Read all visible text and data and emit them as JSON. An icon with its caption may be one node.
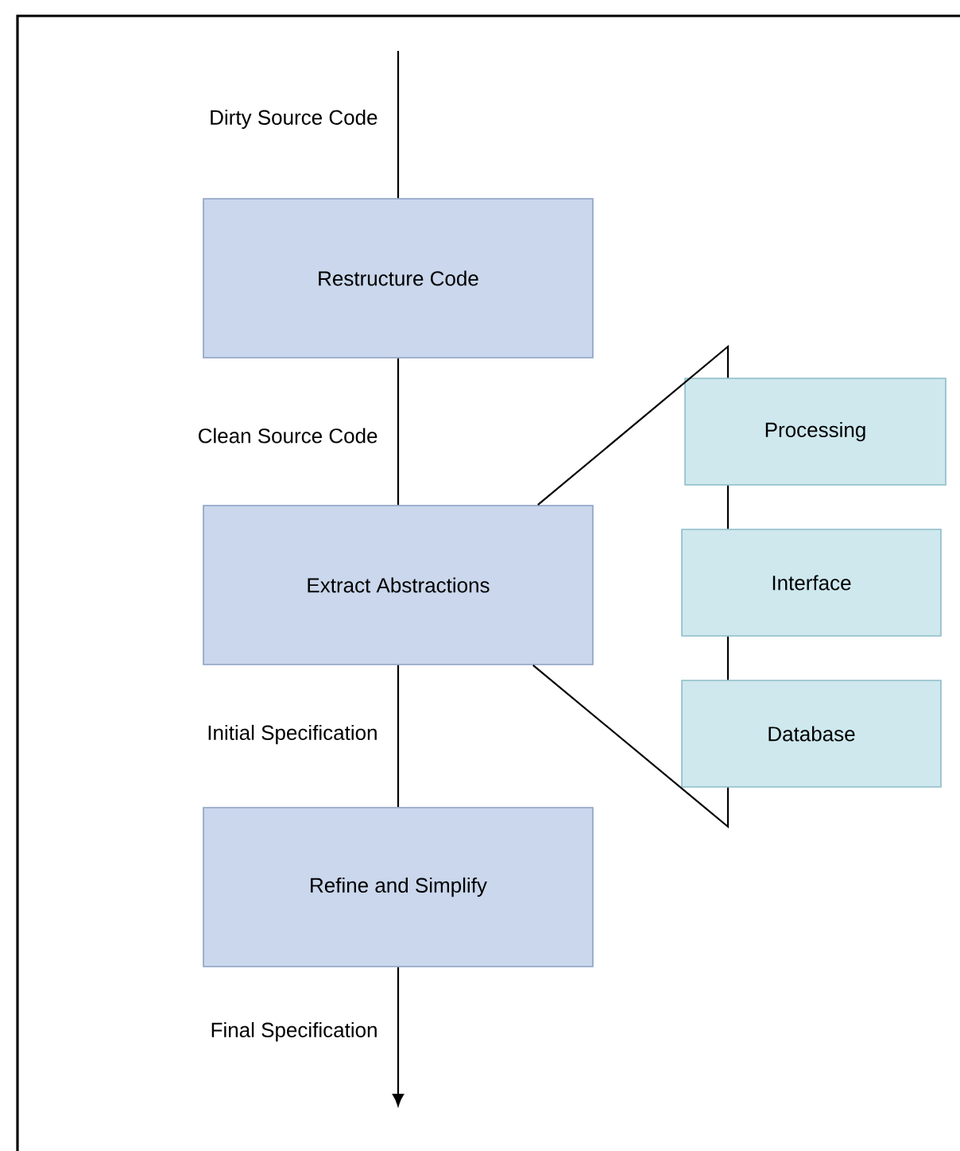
{
  "diagram": {
    "nodes": [
      {
        "text": [
          "Restructure Code"
        ]
      },
      {
        "text": [
          "Extract Abstractions"
        ]
      },
      {
        "text": [
          "Refine and Simplify"
        ]
      },
      {
        "text": [
          "Processing"
        ]
      },
      {
        "text": [
          "Interface"
        ]
      },
      {
        "text": [
          "Database"
        ]
      }
    ],
    "edges": [
      {
        "from": null,
        "to": 0,
        "arrow": "none",
        "label": "Dirty Source Code"
      },
      {
        "from": 0,
        "to": 1,
        "arrow": "none",
        "label": "Clean Source Code"
      },
      {
        "from": 1,
        "to": 2,
        "arrow": "none",
        "label": "Initial Specification"
      },
      {
        "from": 2,
        "to": null,
        "arrow": "to",
        "label": "Final Specification"
      },
      {
        "from": 1,
        "to": 3,
        "arrow": "none"
      },
      {
        "from": 1,
        "to": 5,
        "arrow": "none"
      },
      {
        "from": 3,
        "to": 4,
        "arrow": "none"
      },
      {
        "from": 4,
        "to": 5,
        "arrow": "none"
      }
    ]
  }
}
